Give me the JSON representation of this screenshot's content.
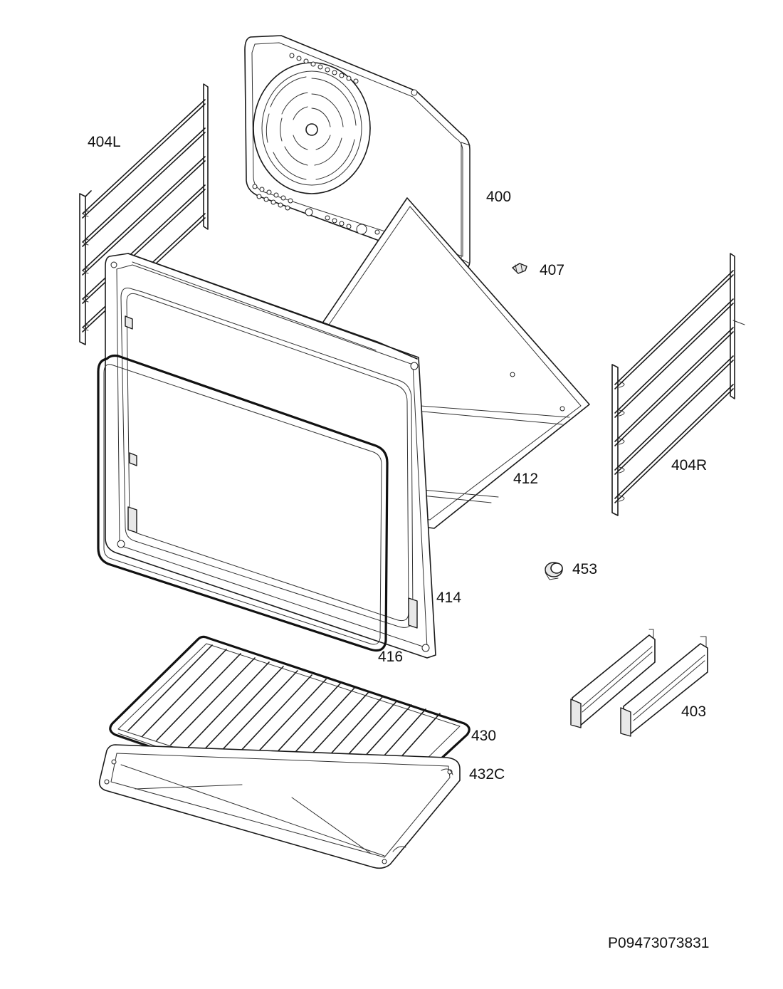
{
  "labels": {
    "p400": "400",
    "p403": "403",
    "p404L": "404L",
    "p404R": "404R",
    "p407": "407",
    "p412": "412",
    "p414": "414",
    "p416": "416",
    "p430": "430",
    "p432C": "432C",
    "p453": "453"
  },
  "document_id": "P09473073831"
}
